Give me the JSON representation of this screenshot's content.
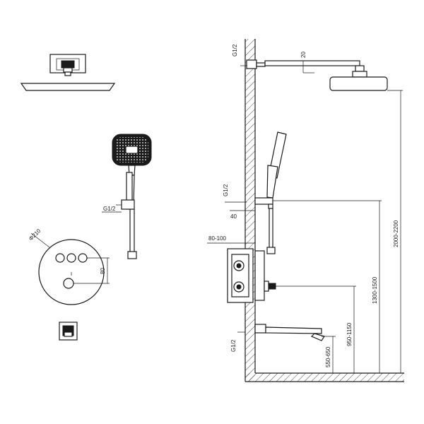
{
  "labels": {
    "g_top": "G1/2",
    "dim_20": "20",
    "g_mid": "G1/2",
    "dim_40": "40",
    "g_left": "G1/2",
    "dim_80_100": "80-100",
    "dim_phi210": "Φ210",
    "dim_80": "80",
    "dim_2000_2200": "2000-2200",
    "dim_1300_1500": "1300-1500",
    "dim_950_1150": "950-1150",
    "dim_550_650": "550-650",
    "g_bottom": "G1/2"
  }
}
